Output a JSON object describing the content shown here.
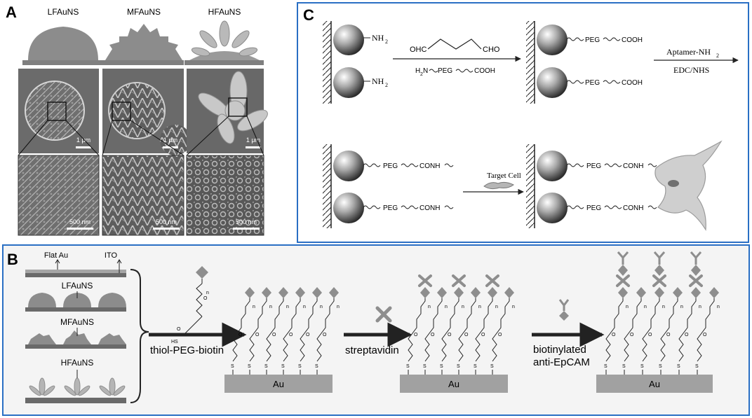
{
  "panel_a": {
    "letter": "A",
    "labels": [
      "LFAuNS",
      "MFAuNS",
      "HFAuNS"
    ],
    "scale_um": "1 μm",
    "scale_nm": "500 nm"
  },
  "panel_b": {
    "letter": "B",
    "flat_au": "Flat Au",
    "ito": "ITO",
    "side": [
      "LFAuNS",
      "MFAuNS",
      "HFAuNS"
    ],
    "step1": "thiol-PEG-biotin",
    "step2": "streptavidin",
    "step3a": "biotinylated",
    "step3b": "anti-EpCAM",
    "substrate": "Au",
    "hs": "HS",
    "s": "S",
    "o": "O",
    "n": "n"
  },
  "panel_c": {
    "letter": "C",
    "nh2": "NH",
    "sub2": "2",
    "ohc": "OHC",
    "cho": "CHO",
    "h2n": "H",
    "h2n_rest": "N",
    "peg": "PEG",
    "cooh": "COOH",
    "conh": "CONH",
    "aptamer": "Aptamer-NH",
    "edc": "EDC/NHS",
    "target": "Target Cell"
  },
  "colors": {
    "border": "#2a6fc4",
    "gray": "#8a8a8a",
    "dark": "#222222"
  }
}
